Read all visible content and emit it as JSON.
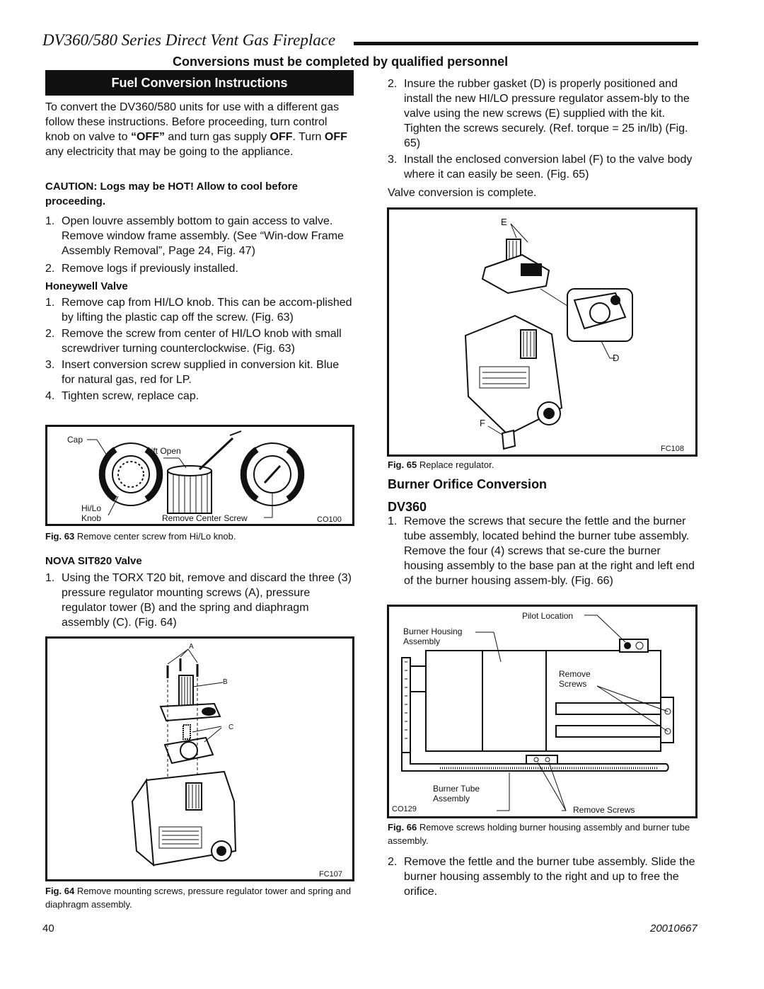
{
  "header": {
    "title": "DV360/580 Series Direct Vent Gas Fireplace",
    "subtitle": "Conversions must be completed by qualified personnel"
  },
  "left": {
    "section_title": "Fuel Conversion Instructions",
    "intro": {
      "t1": "To convert the DV360/580 units for use with a different gas follow these instructions. Before proceeding, turn control knob on valve to ",
      "off1": "“OFF”",
      "t2": " and turn gas supply ",
      "off2": "OFF",
      "t3": ". Turn ",
      "off3": "OFF",
      "t4": " any electricity that may be going to the appliance."
    },
    "caution": "CAUTION: Logs may be HOT! Allow to cool before proceeding.",
    "steps": [
      {
        "n": "1.",
        "text": "Open louvre assembly bottom to gain access to valve. Remove window frame assembly. (See “Win-dow Frame Assembly Removal”, Page 24, Fig. 47)"
      },
      {
        "n": "2.",
        "text": "Remove logs if previously installed."
      }
    ],
    "honeywell_heading": "Honeywell Valve",
    "honeywell_steps": [
      {
        "n": "1.",
        "text": "Remove cap from HI/LO knob. This can be accom-plished by lifting the plastic cap off the screw. (Fig. 63)"
      },
      {
        "n": "2.",
        "text": "Remove the screw from center of HI/LO knob with small screwdriver turning counterclockwise. (Fig. 63)"
      },
      {
        "n": "3.",
        "text": "Insert conversion screw supplied in conversion kit. Blue for natural gas, red for LP."
      },
      {
        "n": "4.",
        "text": "Tighten screw, replace cap."
      }
    ],
    "fig63": {
      "labels": {
        "cap": "Cap",
        "lift_open": "Lift Open",
        "hilo": "Hi/Lo",
        "knob": "Knob",
        "remove_center_screw": "Remove Center Screw",
        "code": "CO100"
      },
      "caption_num": "Fig. 63",
      "caption": "Remove center screw from Hi/Lo knob."
    },
    "nova_heading": "NOVA SIT820 Valve",
    "nova_steps": [
      {
        "n": "1.",
        "text": "Using the TORX T20 bit, remove and discard the three (3) pressure regulator mounting screws (A), pressure regulator tower (B) and the spring and diaphragm assembly (C). (Fig. 64)"
      }
    ],
    "fig64": {
      "labels": {
        "a": "A",
        "b": "B",
        "c": "C",
        "code": "FC107"
      },
      "caption_num": "Fig. 64",
      "caption": "Remove mounting screws, pressure regulator tower and spring and diaphragm assembly."
    }
  },
  "right": {
    "steps": [
      {
        "n": "2.",
        "text": "Insure the rubber gasket (D) is properly positioned and install the new HI/LO pressure regulator assem-bly to the valve using the new screws (E) supplied with the kit. Tighten the screws securely. (Ref. torque = 25 in/lb) (Fig. 65)"
      },
      {
        "n": "3.",
        "text": "Install the enclosed conversion label (F) to the valve body where it can easily be seen. (Fig. 65)"
      }
    ],
    "complete": "Valve conversion is complete.",
    "fig65": {
      "labels": {
        "e": "E",
        "d": "D",
        "f": "F",
        "code": "FC108"
      },
      "caption_num": "Fig. 65",
      "caption": "Replace regulator."
    },
    "burner_heading": "Burner Orifice Conversion",
    "burner_sub": "DV360",
    "burner_steps": [
      {
        "n": "1.",
        "text": "Remove the screws that secure the fettle and the burner tube assembly, located behind the burner tube assembly. Remove the four (4) screws that se-cure the burner housing assembly to the base pan at the right and left end of the burner housing assem-bly. (Fig. 66)"
      }
    ],
    "fig66": {
      "labels": {
        "pilot": "Pilot Location",
        "housing1": "Burner Housing",
        "housing2": "Assembly",
        "remove1": "Remove",
        "remove2": "Screws",
        "tube1": "Burner Tube",
        "tube2": "Assembly",
        "code": "CO129",
        "remove_screws": "Remove Screws"
      },
      "caption_num": "Fig. 66",
      "caption": "Remove screws holding burner housing assembly and burner tube assembly."
    },
    "burner_steps2": [
      {
        "n": "2.",
        "text": "Remove the fettle and the burner tube assembly. Slide the burner housing assembly to the right and up to free the orifice."
      }
    ]
  },
  "footer": {
    "page_number": "40",
    "doc_number": "20010667"
  }
}
